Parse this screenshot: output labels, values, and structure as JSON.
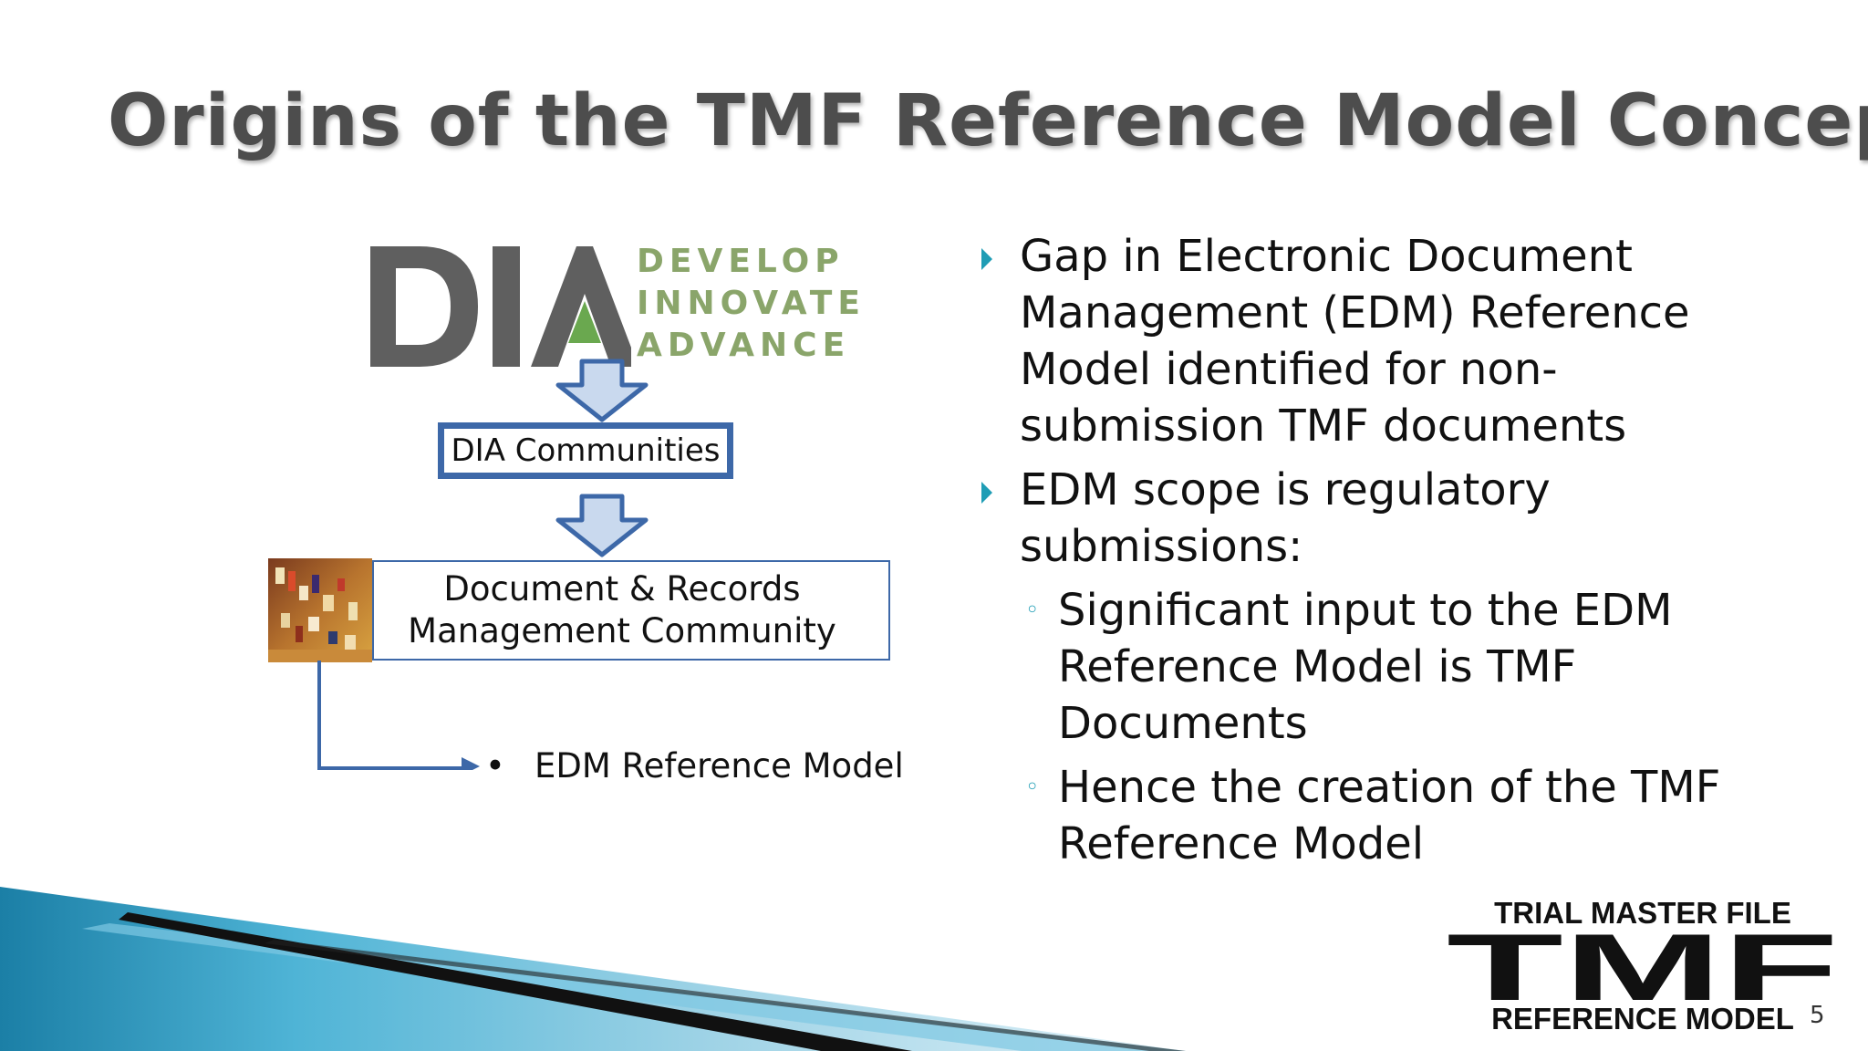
{
  "slide": {
    "title": "Origins of the TMF Reference Model Concept",
    "page_number": "5"
  },
  "diagram": {
    "logo": {
      "letters": "DIA",
      "tagline": [
        "DEVELOP",
        "INNOVATE",
        "ADVANCE"
      ]
    },
    "communities_label": "DIA Communities",
    "community_lines": [
      "Document & Records",
      "Management Community"
    ],
    "edm_bullet_marker": "•",
    "edm_bullet_label": "EDM Reference Model"
  },
  "bullets": [
    {
      "level": 1,
      "text": "Gap in Electronic Document Management (EDM) Reference Model identified for non-submission TMF documents"
    },
    {
      "level": 1,
      "text": "EDM scope is regulatory submissions:"
    },
    {
      "level": 2,
      "text": "Significant input to the EDM Reference Model is TMF Documents"
    },
    {
      "level": 2,
      "text": "Hence the creation of the TMF Reference Model"
    }
  ],
  "bullet_lines": [
    [
      "Gap in Electronic Document",
      "Management (EDM) Reference",
      "Model identified for non-",
      "submission TMF documents"
    ],
    [
      "EDM scope is regulatory",
      "submissions:"
    ],
    [
      "Significant input to the EDM",
      "Reference Model is TMF",
      "Documents"
    ],
    [
      "Hence the creation of the TMF",
      "Reference Model"
    ]
  ],
  "tmf_logo": {
    "top_text": "TRIAL MASTER FILE",
    "main_text": "TMF",
    "bottom_text": "REFERENCE MODEL"
  },
  "colors": {
    "accent_blue": "#3d68a8",
    "bullet_teal": "#1f9db5",
    "dia_gray": "#5f5f5f",
    "dia_green": "#8aa56a",
    "title_gray": "#4d4d4d"
  }
}
